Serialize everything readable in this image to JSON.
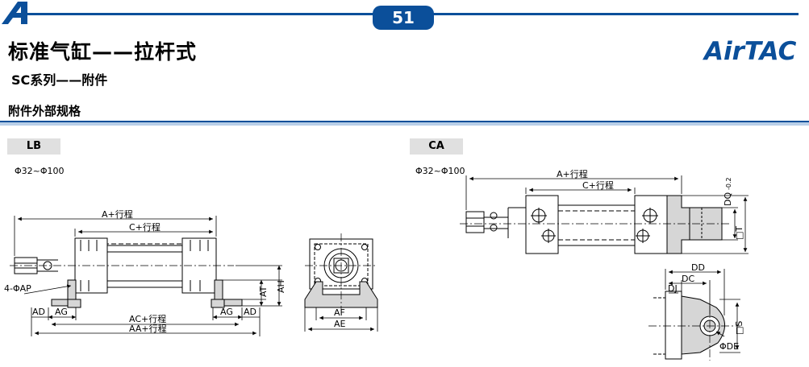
{
  "header": {
    "page_number": "51",
    "main_title": "标准气缸——拉杆式",
    "brand": "AirTAC",
    "series_title": "SC系列——附件"
  },
  "section": {
    "title": "附件外部规格"
  },
  "lb": {
    "tab": "LB",
    "range": "Φ32~Φ100",
    "dims": {
      "a": "A+行程",
      "c": "C+行程",
      "ap": "4-ΦAP",
      "at": "AT",
      "ah": "AH",
      "ad_left": "AD",
      "ag_left": "AG",
      "ag_right": "AG",
      "ad_right": "AD",
      "ac": "AC+行程",
      "aa": "AA+行程",
      "af": "AF",
      "ae": "AE"
    }
  },
  "ca": {
    "tab": "CA",
    "range": "Φ32~Φ100",
    "dims": {
      "a": "A+行程",
      "c": "C+行程",
      "dq": "DQ",
      "dq_tol": "-0.2",
      "dt": "□T",
      "dd": "DD",
      "dc": "DC",
      "dj": "DJ",
      "ds": "□S",
      "de": "ΦDE"
    }
  },
  "colors": {
    "accent": "#0b4f9a",
    "rule_light": "#b9cfe8",
    "tab_bg": "#e0e0e0",
    "part_fill": "#d6d6d6"
  }
}
